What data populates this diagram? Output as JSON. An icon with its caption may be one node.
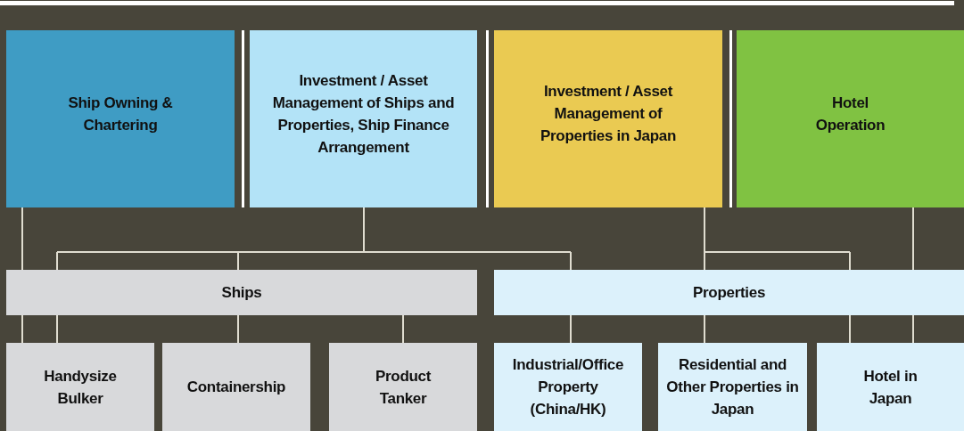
{
  "diagram": {
    "nodes": [
      {
        "text": [
          "Ship Owning & Chartering"
        ]
      },
      {
        "text": [
          "Investment / Asset Management of Ships and Properties, Ship Finance Arrangement"
        ]
      },
      {
        "text": [
          "Investment / Asset Management of Properties in Japan"
        ]
      },
      {
        "text": [
          "Hotel Operation"
        ]
      },
      {
        "text": [
          "Ships"
        ]
      },
      {
        "text": [
          "Properties"
        ]
      },
      {
        "text": [
          "Handysize Bulker"
        ]
      },
      {
        "text": [
          "Containership"
        ]
      },
      {
        "text": [
          "Product Tanker"
        ]
      },
      {
        "text": [
          "Industrial/Office Property (China/HK)"
        ]
      },
      {
        "text": [
          "Residential and Other Properties in Japan"
        ]
      },
      {
        "text": [
          "Hotel in Japan"
        ]
      }
    ],
    "edges": [
      {
        "from": 0,
        "to": 4,
        "arrow": "none"
      },
      {
        "from": 1,
        "to": 4,
        "arrow": "none"
      },
      {
        "from": 1,
        "to": 5,
        "arrow": "none"
      },
      {
        "from": 2,
        "to": 5,
        "arrow": "none"
      },
      {
        "from": 3,
        "to": 5,
        "arrow": "none"
      },
      {
        "from": 4,
        "to": 6,
        "arrow": "none"
      },
      {
        "from": 4,
        "to": 7,
        "arrow": "none"
      },
      {
        "from": 4,
        "to": 8,
        "arrow": "none"
      },
      {
        "from": 5,
        "to": 9,
        "arrow": "none"
      },
      {
        "from": 5,
        "to": 10,
        "arrow": "none"
      },
      {
        "from": 5,
        "to": 11,
        "arrow": "none"
      }
    ]
  }
}
